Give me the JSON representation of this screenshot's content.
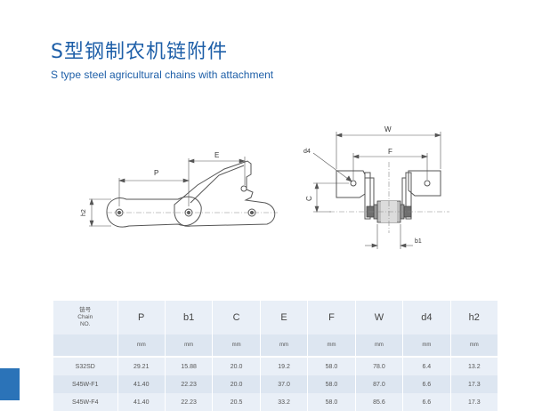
{
  "title": {
    "cn": "S型钢制农机链附件",
    "en": "S type steel agricultural chains with attachment"
  },
  "drawing": {
    "left_labels": {
      "p": "P",
      "e": "E",
      "h2": "h2"
    },
    "right_labels": {
      "w": "W",
      "f": "F",
      "d4": "d4",
      "c": "C",
      "b1": "b1"
    }
  },
  "table": {
    "header": {
      "chain_label": [
        "链号",
        "Chain",
        "NO."
      ],
      "columns": [
        "P",
        "b1",
        "C",
        "E",
        "F",
        "W",
        "d4",
        "h2"
      ]
    },
    "units": [
      "mm",
      "mm",
      "mm",
      "mm",
      "mm",
      "mm",
      "mm",
      "mm"
    ],
    "rows": [
      [
        "S32SD",
        "29.21",
        "15.88",
        "20.0",
        "19.2",
        "58.0",
        "78.0",
        "6.4",
        "13.2"
      ],
      [
        "S45W-F1",
        "41.40",
        "22.23",
        "20.0",
        "37.0",
        "58.0",
        "87.0",
        "6.6",
        "17.3"
      ],
      [
        "S45W-F4",
        "41.40",
        "22.23",
        "20.5",
        "33.2",
        "58.0",
        "85.6",
        "6.6",
        "17.3"
      ]
    ]
  },
  "colors": {
    "title": "#1e5fa8",
    "tab": "#2b73b8",
    "row_light": "#e9eff7",
    "row_dark": "#dde6f1"
  }
}
